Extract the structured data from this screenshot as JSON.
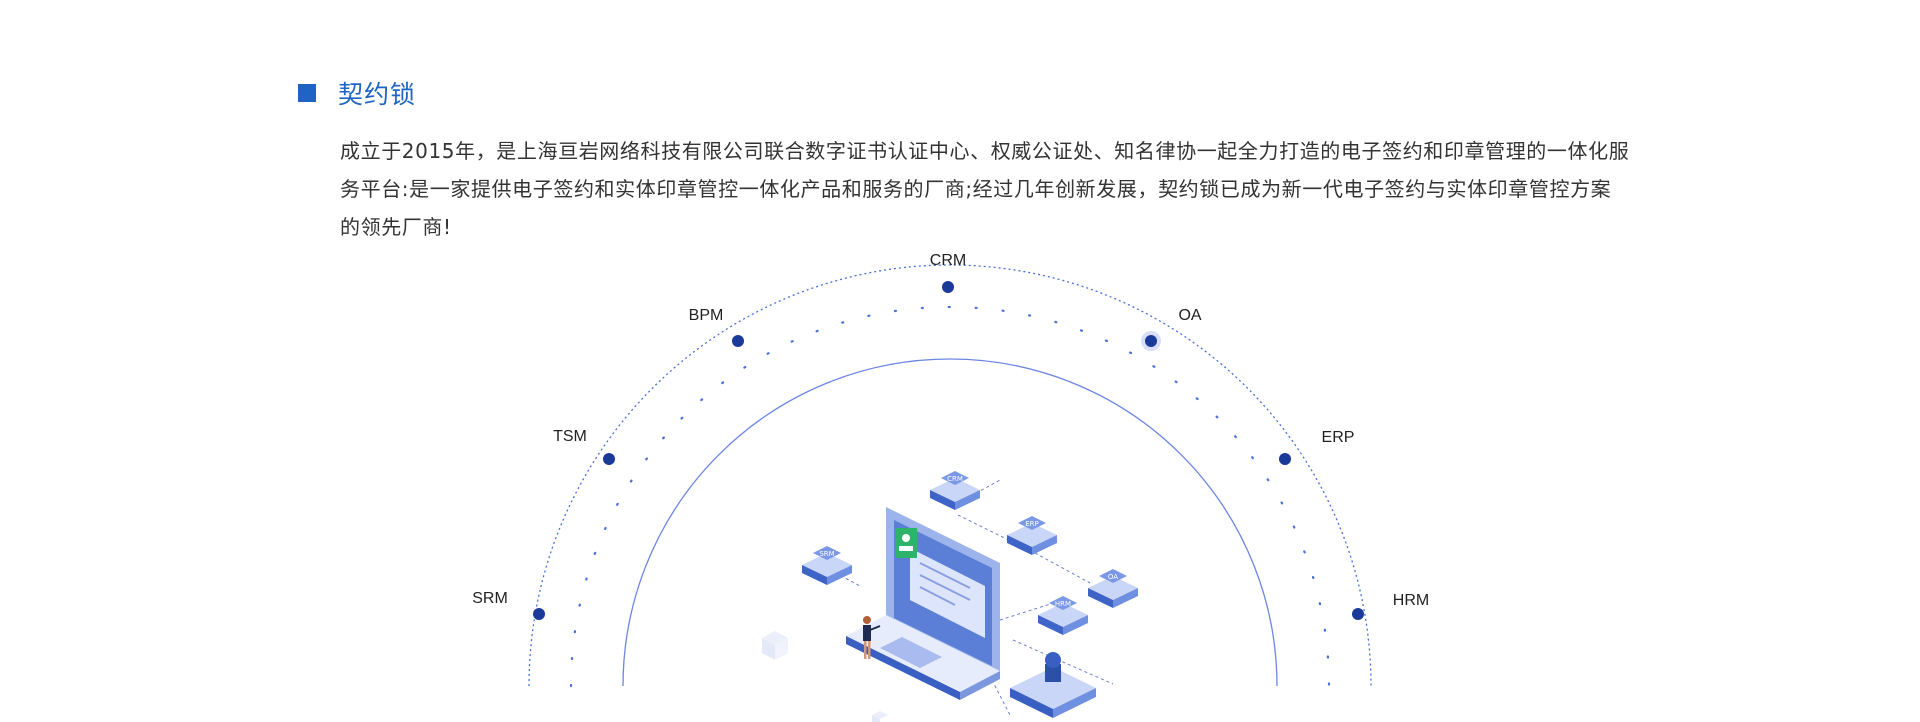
{
  "section": {
    "title": "契约锁"
  },
  "intro": {
    "text": "成立于2015年，是上海亘岩网络科技有限公司联合数字证书认证中心、权威公证处、知名律协一起全力打造的电子签约和印章管理的一体化服务平台:是一家提供电子签约和实体印章管控一体化产品和服务的厂商;经过几年创新发展，契约锁已成为新一代电子签约与实体印章管控方案的领先厂商!"
  },
  "systems": [
    "SRM",
    "TSM",
    "BPM",
    "CRM",
    "OA",
    "ERP",
    "HRM"
  ],
  "illustration": {
    "server_labels": [
      "CRM",
      "ERP",
      "SRM",
      "OA",
      "HRM"
    ]
  },
  "colors": {
    "accent": "#1f64c2",
    "node": "#1a3a9a",
    "arc": "#4b6fd8"
  }
}
